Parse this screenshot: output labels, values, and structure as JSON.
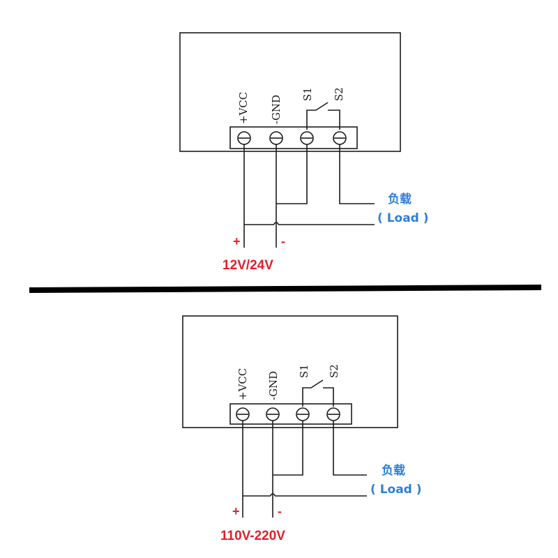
{
  "colors": {
    "load": "#2f7fd6",
    "supply": "#e0202a",
    "wire": "#1a1a1a"
  },
  "diagrams": [
    {
      "terminals": [
        "+VCC",
        "-GND",
        "S1",
        "S2"
      ],
      "load_cn": "负载",
      "load_en": "( Load )",
      "plus": "+",
      "minus": "-",
      "voltage": "12V/24V"
    },
    {
      "terminals": [
        "+VCC",
        "-GND",
        "S1",
        "S2"
      ],
      "load_cn": "负载",
      "load_en": "( Load )",
      "plus": "+",
      "minus": "-",
      "voltage": "110V-220V"
    }
  ]
}
